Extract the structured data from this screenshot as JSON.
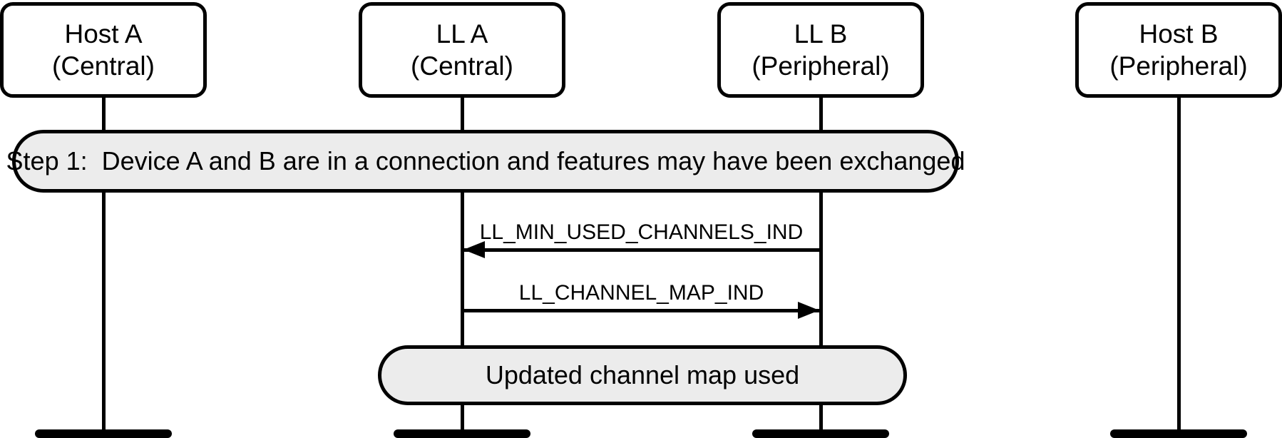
{
  "diagram": {
    "type": "sequence-diagram",
    "actors": [
      {
        "line1": "Host A",
        "line2": "(Central)"
      },
      {
        "line1": "LL A",
        "line2": "(Central)"
      },
      {
        "line1": "LL B",
        "line2": "(Peripheral)"
      },
      {
        "line1": "Host B",
        "line2": "(Peripheral)"
      }
    ],
    "banner": {
      "text": "Step 1:  Device A and B are in a connection and features may have been exchanged"
    },
    "messages": [
      {
        "label": "LL_MIN_USED_CHANNELS_IND",
        "from": "LL B (Peripheral)",
        "to": "LL A (Central)",
        "direction": "left"
      },
      {
        "label": "LL_CHANNEL_MAP_IND",
        "from": "LL A (Central)",
        "to": "LL B (Peripheral)",
        "direction": "right"
      }
    ],
    "note": {
      "text": "Updated channel map used"
    },
    "colors": {
      "line": "#000000",
      "light_fill": "#ececec",
      "background": "#ffffff"
    }
  }
}
